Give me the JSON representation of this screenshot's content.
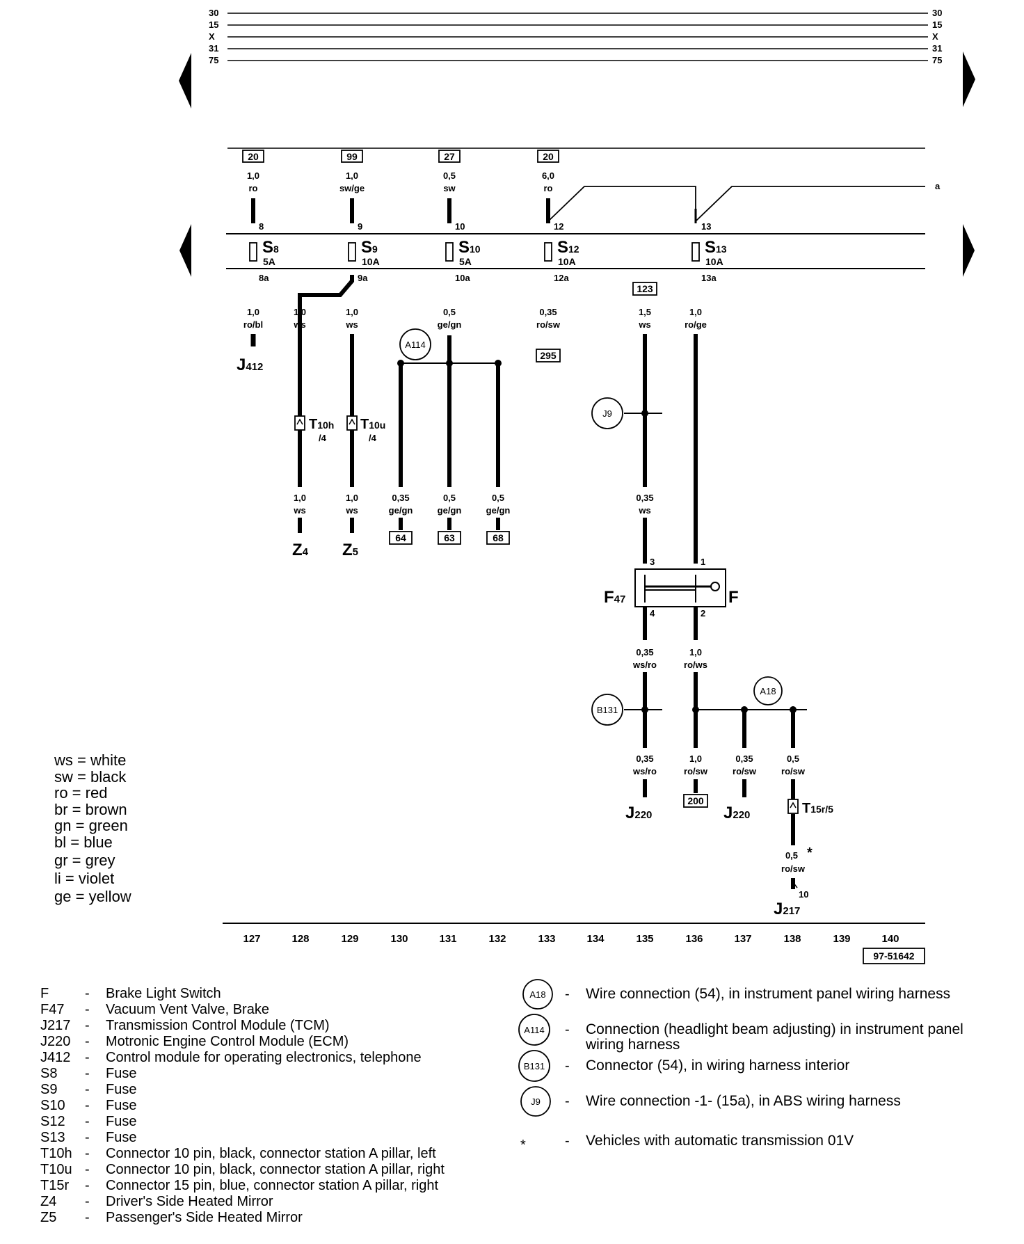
{
  "rails": {
    "labels": [
      "30",
      "15",
      "X",
      "31",
      "75"
    ]
  },
  "fuses": [
    {
      "number": "20",
      "size": "1,0",
      "color": "ro",
      "pin_in": "8",
      "name": "S",
      "sub": "8",
      "rating": "5A",
      "pin_out": "8a"
    },
    {
      "number": "99",
      "size": "1,0",
      "color": "sw/ge",
      "pin_in": "9",
      "name": "S",
      "sub": "9",
      "rating": "10A",
      "pin_out": "9a"
    },
    {
      "number": "27",
      "size": "0,5",
      "color": "sw",
      "pin_in": "10",
      "name": "S",
      "sub": "10",
      "rating": "5A",
      "pin_out": "10a"
    },
    {
      "number": "20",
      "size": "6,0",
      "color": "ro",
      "pin_in": "12",
      "name": "S",
      "sub": "12",
      "rating": "10A",
      "pin_out": "12a"
    },
    {
      "pin_in": "13",
      "name": "S",
      "sub": "13",
      "rating": "10A",
      "pin_out": "13a"
    }
  ],
  "line_a_label": "a",
  "wires": {
    "w127a": {
      "size": "1,0",
      "color": "ro/bl"
    },
    "w128a": {
      "size": "1,0",
      "color": "ws"
    },
    "w129a": {
      "size": "1,0",
      "color": "ws"
    },
    "w131a": {
      "size": "0,5",
      "color": "ge/gn"
    },
    "w133a": {
      "size": "0,35",
      "color": "ro/sw"
    },
    "w135a": {
      "size": "1,5",
      "color": "ws"
    },
    "w136a": {
      "size": "1,0",
      "color": "ro/ge"
    },
    "w128b": {
      "size": "1,0",
      "color": "ws"
    },
    "w129b": {
      "size": "1,0",
      "color": "ws"
    },
    "w130b": {
      "size": "0,35",
      "color": "ge/gn"
    },
    "w131b": {
      "size": "0,5",
      "color": "ge/gn"
    },
    "w132b": {
      "size": "0,5",
      "color": "ge/gn"
    },
    "w135b": {
      "size": "0,35",
      "color": "ws"
    },
    "w135c": {
      "size": "0,35",
      "color": "ws/ro"
    },
    "w136c": {
      "size": "1,0",
      "color": "ro/ws"
    },
    "w135d": {
      "size": "0,35",
      "color": "ws/ro"
    },
    "w136d": {
      "size": "1,0",
      "color": "ro/sw"
    },
    "w137d": {
      "size": "0,35",
      "color": "ro/sw"
    },
    "w138d": {
      "size": "0,5",
      "color": "ro/sw"
    },
    "w138e": {
      "size": "0,5",
      "color": "ro/sw"
    }
  },
  "refs": {
    "r295": "295",
    "r123": "123",
    "r64": "64",
    "r63": "63",
    "r68": "68",
    "r200": "200"
  },
  "components": {
    "j412": {
      "name": "J",
      "sub": "412"
    },
    "z4": {
      "name": "Z",
      "sub": "4"
    },
    "z5": {
      "name": "Z",
      "sub": "5"
    },
    "f47": {
      "name": "F",
      "sub": "47"
    },
    "f": {
      "name": "F"
    },
    "j220a": {
      "name": "J",
      "sub": "220"
    },
    "j220b": {
      "name": "J",
      "sub": "220"
    },
    "j217": {
      "name": "J",
      "sub": "217"
    }
  },
  "connectors": {
    "t10h": {
      "name": "T",
      "sub": "10h",
      "pin": "/4"
    },
    "t10u": {
      "name": "T",
      "sub": "10u",
      "pin": "/4"
    },
    "t15r": {
      "name": "T",
      "sub": "15r/5"
    }
  },
  "switch_pins": {
    "p3": "3",
    "p1": "1",
    "p4": "4",
    "p2": "2"
  },
  "pin_j217": "10",
  "asterisk": "*",
  "circles": {
    "a114": "A114",
    "j9": "J9",
    "a18": "A18",
    "b131": "B131"
  },
  "columns": [
    "127",
    "128",
    "129",
    "130",
    "131",
    "132",
    "133",
    "134",
    "135",
    "136",
    "137",
    "138",
    "139",
    "140"
  ],
  "figure_id": "97-51642",
  "color_codes": [
    {
      "code": "ws",
      "name": "white"
    },
    {
      "code": "sw",
      "name": "black"
    },
    {
      "code": "ro",
      "name": "red"
    },
    {
      "code": "br",
      "name": "brown"
    },
    {
      "code": "gn",
      "name": "green"
    },
    {
      "code": "bl",
      "name": "blue"
    },
    {
      "code": "gr",
      "name": "grey"
    },
    {
      "code": "li",
      "name": "violet"
    },
    {
      "code": "ge",
      "name": "yellow"
    }
  ],
  "legend": [
    {
      "code": "F",
      "desc": "Brake Light Switch"
    },
    {
      "code": "F47",
      "desc": "Vacuum Vent Valve, Brake"
    },
    {
      "code": "J217",
      "desc": "Transmission Control Module (TCM)"
    },
    {
      "code": "J220",
      "desc": "Motronic Engine Control Module (ECM)"
    },
    {
      "code": "J412",
      "desc": "Control module for operating electronics, telephone"
    },
    {
      "code": "S8",
      "desc": "Fuse"
    },
    {
      "code": "S9",
      "desc": "Fuse"
    },
    {
      "code": "S10",
      "desc": "Fuse"
    },
    {
      "code": "S12",
      "desc": "Fuse"
    },
    {
      "code": "S13",
      "desc": "Fuse"
    },
    {
      "code": "T10h",
      "desc": "Connector 10 pin, black, connector station A pillar, left"
    },
    {
      "code": "T10u",
      "desc": "Connector 10 pin, black, connector station A pillar, right"
    },
    {
      "code": "T15r",
      "desc": "Connector 15 pin, blue, connector station A pillar, right"
    },
    {
      "code": "Z4",
      "desc": "Driver's Side Heated Mirror"
    },
    {
      "code": "Z5",
      "desc": "Passenger's Side Heated Mirror"
    }
  ],
  "legend_dash": "-",
  "symbol_legend": {
    "a18": {
      "symbol": "A18",
      "desc": "Wire connection (54), in instrument panel wiring harness"
    },
    "a114": {
      "symbol": "A114",
      "desc_line1": "Connection (headlight beam adjusting) in instrument panel",
      "desc_line2": "wiring harness"
    },
    "b131": {
      "symbol": "B131",
      "desc": "Connector (54), in wiring harness interior"
    },
    "j9": {
      "symbol": "J9",
      "desc": "Wire connection -1- (15a), in ABS wiring harness"
    },
    "star": {
      "symbol": "*",
      "desc": "Vehicles with automatic transmission 01V"
    }
  }
}
